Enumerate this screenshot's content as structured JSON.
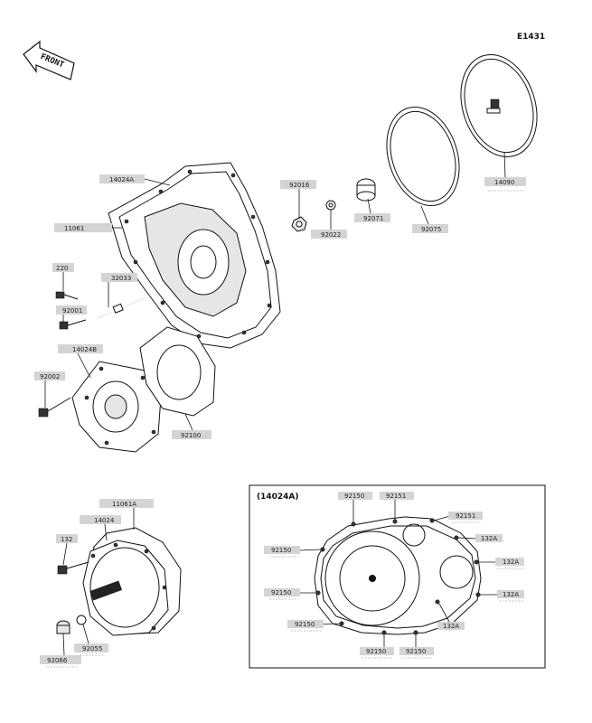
{
  "diagram_code": "E1431",
  "front_label": "FRONT",
  "inset_title": "(14024A)",
  "labels": {
    "l14024A_top": "14024A",
    "l11061": "11061",
    "l220": "220",
    "l32033": "32033",
    "l92001": "92001",
    "l14024B": "14024B",
    "l92002": "92002",
    "l92100": "92100",
    "l92016": "92016",
    "l92022": "92022",
    "l92071": "92071",
    "l92075": "92075",
    "l14090": "14090",
    "l11061A": "11061A",
    "l14024": "14024",
    "l132": "132",
    "l92055": "92055",
    "l92066": "92066",
    "in_92150_a": "92150",
    "in_92151_a": "92151",
    "in_92151_b": "92151",
    "in_132A_a": "132A",
    "in_132A_b": "132A",
    "in_132A_c": "132A",
    "in_132A_d": "132A",
    "in_92150_b": "92150",
    "in_92150_c": "92150",
    "in_92150_d": "92150",
    "in_92150_e": "92150",
    "in_92150_f": "92150"
  },
  "icons": {
    "front_arrow": "front-arrow-icon"
  }
}
